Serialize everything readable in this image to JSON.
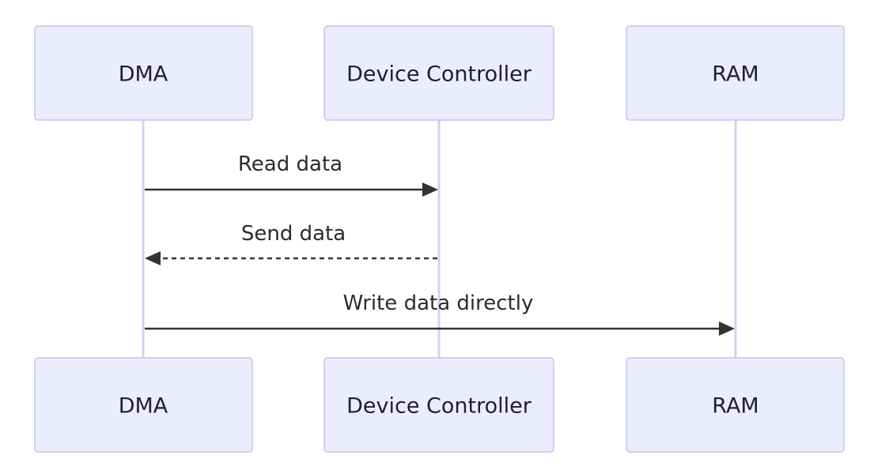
{
  "participants": [
    {
      "id": "dma",
      "label": "DMA"
    },
    {
      "id": "device_controller",
      "label": "Device Controller"
    },
    {
      "id": "ram",
      "label": "RAM"
    }
  ],
  "messages": [
    {
      "from": "dma",
      "to": "device_controller",
      "label": "Read data",
      "style": "solid"
    },
    {
      "from": "device_controller",
      "to": "dma",
      "label": "Send data",
      "style": "dashed"
    },
    {
      "from": "dma",
      "to": "ram",
      "label": "Write data directly",
      "style": "solid"
    }
  ],
  "colors": {
    "actor_fill": "#ECECFF",
    "actor_border": "#C9C2EA",
    "lifeline": "#D5D0F2",
    "message": "#333333"
  }
}
